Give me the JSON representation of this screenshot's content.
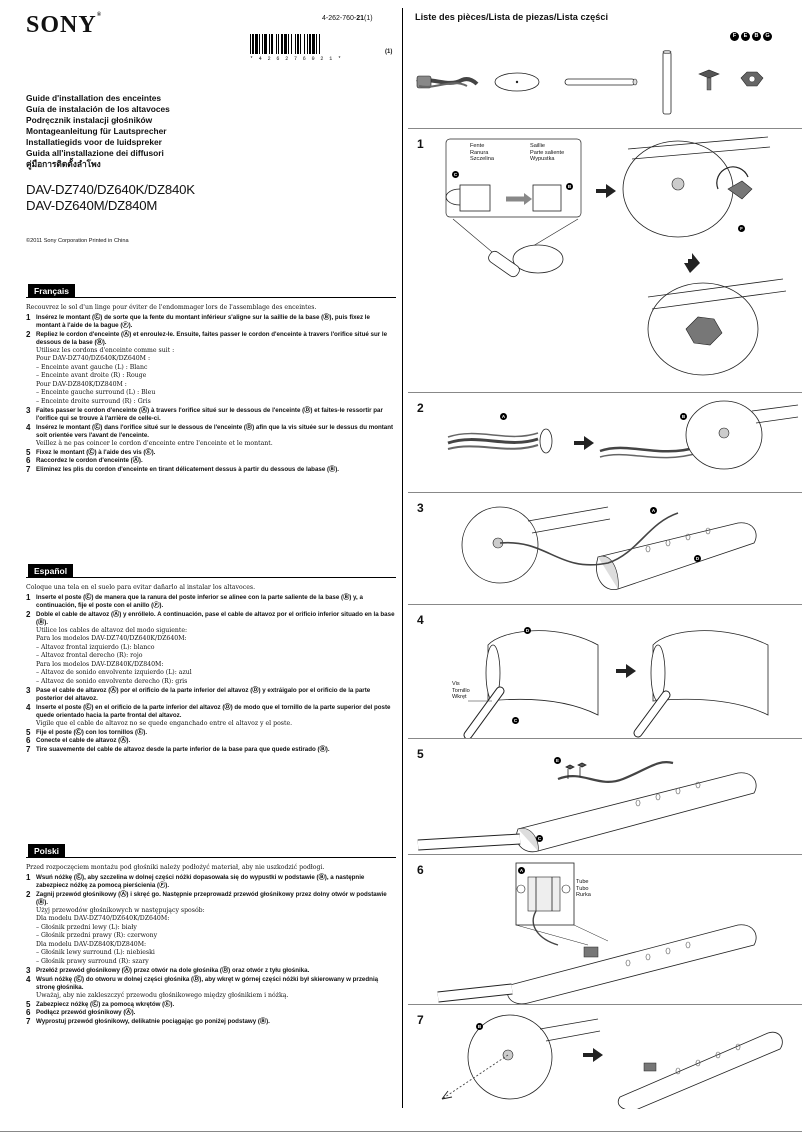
{
  "header": {
    "brand": "SONY",
    "part_number_prefix": "4-262-760-",
    "part_number_bold": "21",
    "part_number_suffix": "(1)",
    "barcode_digits": "* 4 2 6 2 7 6 0 2 1 *",
    "barcode_suffix": "(1)"
  },
  "titles": [
    "Guide d'installation des enceintes",
    "Guía de instalación de los altavoces",
    "Podręcznik instalacji głośników",
    "Montageanleitung für Lautsprecher",
    "Installatiegids voor de luidspreker",
    "Guida all'installazione dei diffusori",
    "คู่มือการติดตั้งลำโพง"
  ],
  "models": [
    "DAV-DZ740/DZ640K/DZ840K",
    "DAV-DZ640M/DZ840M"
  ],
  "copyright": "©2011 Sony Corporation  Printed in China",
  "sections": {
    "fr": {
      "label": "Français",
      "intro": "Recouvrez le sol d'un linge pour éviter de l'endommager lors de l'assemblage des enceintes.",
      "steps": [
        {
          "num": "1",
          "text": "Insérez le montant (Ⓒ) de sorte que la fente du montant inférieur s'aligne sur la saillie de la base (Ⓑ), puis fixez le montant à l'aide de la bague (Ⓕ)."
        },
        {
          "num": "2",
          "text": "Repliez le cordon d'enceinte (Ⓐ) et enroulez-le. Ensuite, faites passer le cordon d'enceinte à travers l'orifice situé sur le dessous de la base (Ⓑ).",
          "subs": [
            "Utilisez les cordons d'enceinte comme suit :",
            "Pour DAV-DZ740/DZ640K/DZ640M :",
            "– Enceinte avant gauche (L) : Blanc",
            "– Enceinte avant droite (R) : Rouge",
            "Pour DAV-DZ840K/DZ840M :",
            "– Enceinte gauche surround (L) : Bleu",
            "– Enceinte droite surround (R) : Gris"
          ]
        },
        {
          "num": "3",
          "text": "Faites passer le cordon d'enceinte (Ⓐ) à travers l'orifice situé sur le dessous de l'enceinte (Ⓓ) et faites-le ressortir par l'orifice qui se trouve à l'arrière de celle-ci."
        },
        {
          "num": "4",
          "text": "Insérez le montant (Ⓒ) dans l'orifice situé sur le dessous de l'enceinte (Ⓓ) afin que la vis située sur le dessus du montant soit orientée vers l'avant de l'enceinte.",
          "subs": [
            "Veillez à ne pas coincer le cordon d'enceinte entre l'enceinte et le montant."
          ]
        },
        {
          "num": "5",
          "text": "Fixez le montant (Ⓒ) à l'aide des vis (Ⓔ)."
        },
        {
          "num": "6",
          "text": "Raccordez le cordon d'enceinte (Ⓐ)."
        },
        {
          "num": "7",
          "text": "Eliminez les plis du cordon d'enceinte en tirant délicatement dessus à partir du dessous de labase (Ⓑ)."
        }
      ]
    },
    "es": {
      "label": "Español",
      "intro": "Coloque una tela en el suelo para evitar dañarlo al instalar los altavoces.",
      "steps": [
        {
          "num": "1",
          "text": "Inserte el poste (Ⓒ) de manera que la ranura del poste inferior se alinee con la parte saliente de la base (Ⓑ) y, a continuación, fije el poste con el anillo (Ⓕ)."
        },
        {
          "num": "2",
          "text": "Doble el cable de altavoz (Ⓐ) y enróllelo. A continuación, pase el cable de altavoz por el orificio inferior situado en la base (Ⓑ).",
          "subs": [
            "Utilice los cables de altavoz del modo siguiente:",
            "Para los modelos DAV-DZ740/DZ640K/DZ640M:",
            "– Altavoz frontal izquierdo (L): blanco",
            "– Altavoz frontal derecho (R): rojo",
            "Para los modelos DAV-DZ840K/DZ840M:",
            "– Altavoz de sonido envolvente izquierdo (L): azul",
            "– Altavoz de sonido envolvente derecho (R): gris"
          ]
        },
        {
          "num": "3",
          "text": "Pase el cable de altavoz (Ⓐ) por el orificio de la parte inferior del altavoz (Ⓓ) y extráigalo por el orificio de la parte posterior del altavoz."
        },
        {
          "num": "4",
          "text": "Inserte el poste (Ⓒ) en el orificio de la parte inferior del altavoz (Ⓓ) de modo que el tornillo de la parte superior del poste quede orientado hacia la parte frontal del altavoz.",
          "subs": [
            "Vigile que el cable de altavoz no se quede enganchado entre el altavoz y el poste."
          ]
        },
        {
          "num": "5",
          "text": "Fije el poste (Ⓒ) con los tornillos (Ⓔ)."
        },
        {
          "num": "6",
          "text": "Conecte el cable de altavoz (Ⓐ)."
        },
        {
          "num": "7",
          "text": "Tire suavemente del cable de altavoz desde la parte inferior de la base para que quede estirado (Ⓑ)."
        }
      ]
    },
    "pl": {
      "label": "Polski",
      "intro": "Przed rozpoczęciem montażu pod głośniki należy podłożyć materiał, aby nie uszkodzić podłogi.",
      "steps": [
        {
          "num": "1",
          "text": "Wsuń nóżkę (Ⓒ), aby szczelina w dolnej części nóżki dopasowała się do wypustki w podstawie (Ⓑ), a następnie zabezpiecz nóżkę za pomocą pierścienia (Ⓕ)."
        },
        {
          "num": "2",
          "text": "Zagnij przewód głośnikowy (Ⓐ) i skręć go. Następnie przeprowadź przewód głośnikowy przez dolny otwór w podstawie (Ⓑ).",
          "subs": [
            "Użyj przewodów głośnikowych w następujący sposób:",
            "Dla modelu DAV-DZ740/DZ640K/DZ640M:",
            "– Głośnik przedni lewy (L): biały",
            "– Głośnik przedni prawy (R): czerwony",
            "Dla modelu DAV-DZ840K/DZ840M:",
            "– Głośnik lewy surround (L): niebieski",
            "– Głośnik prawy surround (R): szary"
          ]
        },
        {
          "num": "3",
          "text": "Przełóż przewód głośnikowy (Ⓐ) przez otwór na dole głośnika (Ⓓ) oraz otwór z tyłu głośnika."
        },
        {
          "num": "4",
          "text": "Wsuń nóżkę (Ⓒ) do otworu w dolnej części głośnika (Ⓓ), aby wkręt w górnej części nóżki był skierowany w przednią stronę głośnika.",
          "subs": [
            "Uważaj, aby nie zakleszczyć przewodu głośnikowego między głośnikiem i nóżką."
          ]
        },
        {
          "num": "5",
          "text": "Zabezpiecz nóżkę (Ⓒ) za pomocą wkrętów (Ⓔ)."
        },
        {
          "num": "6",
          "text": "Podłącz przewód głośnikowy (Ⓐ)."
        },
        {
          "num": "7",
          "text": "Wyprostuj przewód głośnikowy, delikatnie pociągając go poniżej podstawy (Ⓑ)."
        }
      ]
    }
  },
  "parts": {
    "title": "Liste des pièces/Lista de piezas/Lista części",
    "lang_codes": [
      "F",
      "E",
      "B",
      "G"
    ]
  },
  "figures": {
    "fig1": {
      "num": "1",
      "callout_left": "Fente\nRanura\nSzczelina",
      "callout_right": "Saillie\nParte saliente\nWypustka"
    },
    "fig2": {
      "num": "2"
    },
    "fig3": {
      "num": "3"
    },
    "fig4": {
      "num": "4",
      "screw_label": "Vis\nTornillo\nWkręt"
    },
    "fig5": {
      "num": "5"
    },
    "fig6": {
      "num": "6",
      "tube_label": "Tube\nTubo\nRurka"
    },
    "fig7": {
      "num": "7"
    }
  },
  "marks": {
    "A": "A",
    "B": "B",
    "C": "C",
    "D": "D",
    "E": "E",
    "F": "F"
  }
}
